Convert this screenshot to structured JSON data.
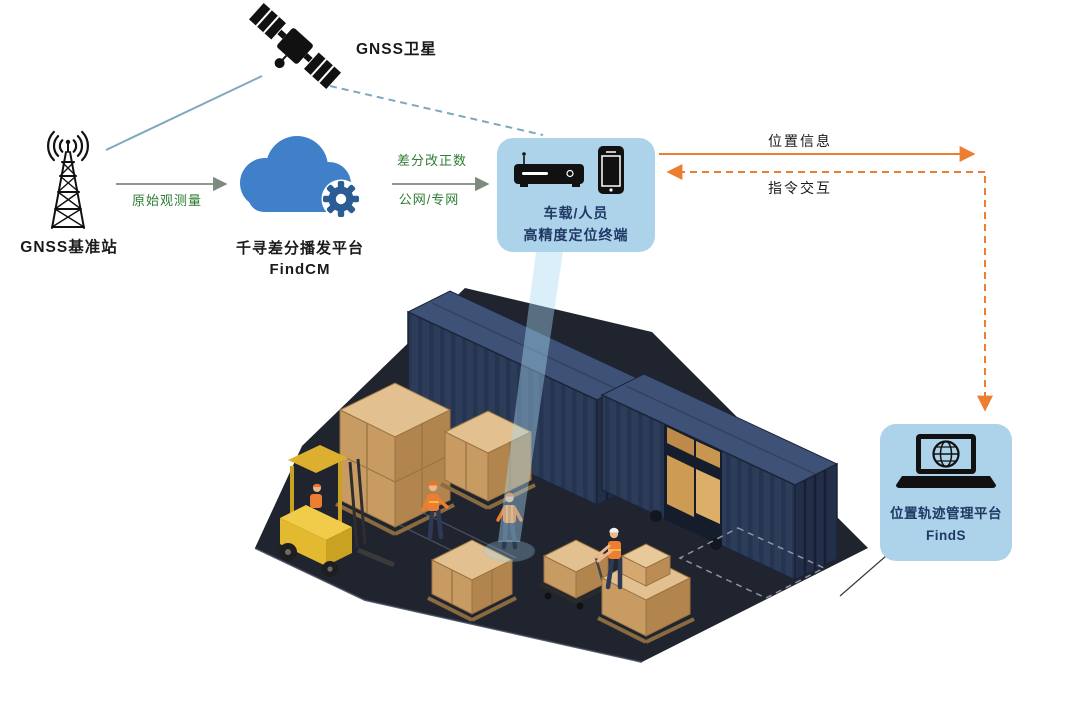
{
  "diagram": {
    "satellite": {
      "label": "GNSS卫星"
    },
    "base_station": {
      "label": "GNSS基准站"
    },
    "cloud": {
      "name": "千寻差分播发平台",
      "product": "FindCM"
    },
    "terminal": {
      "line1": "车载/人员",
      "line2": "高精度定位终端"
    },
    "platform": {
      "name": "位置轨迹管理平台",
      "product": "FindS"
    },
    "links": {
      "raw_obs": "原始观测量",
      "corr1": "差分改正数",
      "corr2": "公网/专网",
      "position": "位置信息",
      "command": "指令交互"
    }
  },
  "colors": {
    "orange": "#ED7D31",
    "teal_line": "#7FA8BC",
    "green_label": "#2E7D32",
    "cloud_blue": "#3F80C8",
    "gear_blue": "#2B5C94",
    "bubble_blue": "#ADD3EA",
    "navy_text": "#1F3864",
    "container_navy": "#2D3C58",
    "floor_dark": "#20242F",
    "carton_tan": "#C89B63",
    "forklift_yellow": "#E3B92F",
    "beam_blue": "#A6D8F2"
  }
}
